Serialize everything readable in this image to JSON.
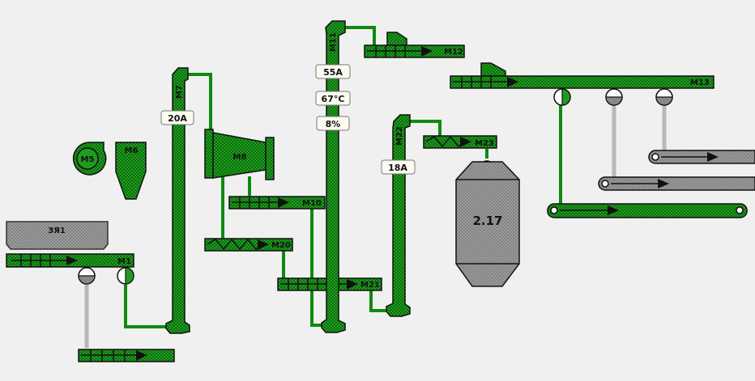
{
  "colors": {
    "active": "#1a9a1a",
    "inactive": "#909090",
    "pipe": "#0f8a0f",
    "background": "#f0f0f0"
  },
  "equipment": {
    "m1": "M1",
    "m5": "M5",
    "m6": "M6",
    "m7": "M7",
    "m8": "M8",
    "m10": "M10",
    "m11": "M11",
    "m12": "M12",
    "m13": "M13",
    "m20": "M20",
    "m21": "M21",
    "m22": "M22",
    "m23": "M23"
  },
  "hopper": {
    "label": "ЗЯ1"
  },
  "readings": {
    "m7_current": "20A",
    "m11_current": "55A",
    "m11_temperature": "67°C",
    "m11_percent": "8%",
    "m22_current": "18A"
  },
  "silo": {
    "level": "2.17"
  }
}
